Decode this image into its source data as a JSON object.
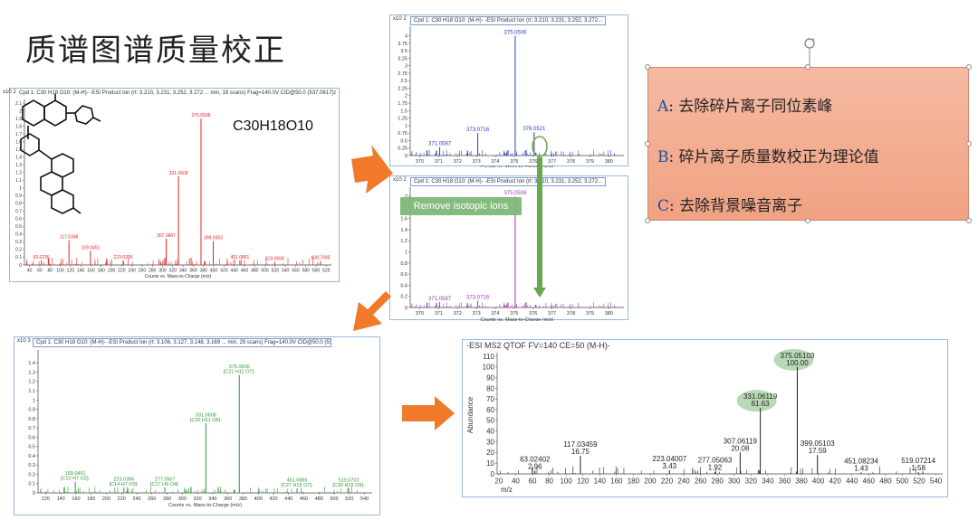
{
  "slide": {
    "title": "质谱图谱质量校正",
    "formula": "C30H18O10",
    "callout": "Remove isotopic ions",
    "textbox": [
      {
        "key": "A",
        "text": ": 去除碎片离子同位素峰"
      },
      {
        "key": "B",
        "text": ": 碎片离子质量数校正为理论值"
      },
      {
        "key": "C",
        "text": ": 去除背景噪音离子"
      }
    ]
  },
  "colors": {
    "red_series": "#e0262a",
    "blue_series": "#2a3fc8",
    "purple_series": "#9b3fb0",
    "green_series": "#2f9a36",
    "black_series": "#222222",
    "arrow": "#f07a2a",
    "highlight_green": "#6aa84f"
  },
  "chart_data": [
    {
      "id": "c1",
      "type": "bar",
      "title": "Cpd 1: C30 H18 O10: (M-H)- -ESI Product Ion (rt: 3.210, 3.231, 3.252, 3.272 ... min, 19 scans) Frag=140.0V CID@50.0 (537.0817[z=1] -> **) N...",
      "exponent": "x10 2",
      "xlabel": "Counts vs. Mass-to-Charge (m/z)",
      "xlim": [
        30,
        630
      ],
      "ylim": [
        0,
        2.1
      ],
      "xticks": [
        "40",
        "60",
        "80",
        "100",
        "120",
        "140",
        "160",
        "180",
        "200",
        "220",
        "240",
        "260",
        "280",
        "300",
        "320",
        "340",
        "360",
        "380",
        "400",
        "420",
        "440",
        "460",
        "480",
        "500",
        "520",
        "540",
        "560",
        "580",
        "600",
        "620"
      ],
      "yticks": [
        "0",
        "0.1",
        "0.2",
        "0.3",
        "0.4",
        "0.5",
        "0.6",
        "0.7",
        "0.8",
        "0.9",
        "1",
        "1.1",
        "1.2",
        "1.3",
        "1.4",
        "1.5",
        "1.6",
        "1.7",
        "1.8",
        "1.9",
        "2",
        "2.1"
      ],
      "color": "#e0262a",
      "peaks": [
        {
          "x": 63.0235,
          "y": 0.06,
          "label": "63.0235"
        },
        {
          "x": 117.0348,
          "y": 0.32,
          "label": "117.0348"
        },
        {
          "x": 159.0451,
          "y": 0.18,
          "label": "159.0451"
        },
        {
          "x": 223.0395,
          "y": 0.06,
          "label": "223.0395"
        },
        {
          "x": 307.0607,
          "y": 0.34,
          "label": "307.0607"
        },
        {
          "x": 331.0608,
          "y": 1.15,
          "label": "331.0608"
        },
        {
          "x": 375.0508,
          "y": 1.9,
          "label": "375.0508"
        },
        {
          "x": 399.0503,
          "y": 0.31,
          "label": "399.0503"
        },
        {
          "x": 451.0851,
          "y": 0.06,
          "label": "451.0851"
        },
        {
          "x": 519.0658,
          "y": 0.04,
          "label": "519.0658"
        },
        {
          "x": 608.7095,
          "y": 0.05,
          "label": "608.7095"
        }
      ]
    },
    {
      "id": "c2",
      "type": "bar",
      "title": "Cpd 1: C30 H18 O10: (M-H)- -ESI Product Ion (rt: 3.210, 3.231, 3.252, 3.272...",
      "exponent": "x10 2",
      "xlabel": "Counts vs. Mass-to-Charge (m/z)",
      "xlim": [
        369.5,
        380.8
      ],
      "ylim": [
        0,
        4.2
      ],
      "xticks": [
        "370",
        "371",
        "372",
        "373",
        "374",
        "375",
        "376",
        "377",
        "378",
        "379",
        "380"
      ],
      "yticks": [
        "0",
        "0.25",
        "0.5",
        "0.75",
        "1",
        "1.25",
        "1.5",
        "1.75",
        "2",
        "2.25",
        "2.5",
        "2.75",
        "3",
        "3.25",
        "3.5",
        "3.75",
        "4"
      ],
      "color": "#2a3fc8",
      "peaks": [
        {
          "x": 371.0587,
          "y": 0.28,
          "label": "371.0587"
        },
        {
          "x": 373.0716,
          "y": 0.75,
          "label": "373.0716"
        },
        {
          "x": 375.0506,
          "y": 4.0,
          "label": "375.0506"
        },
        {
          "x": 376.0521,
          "y": 0.78,
          "label": "376.0521"
        }
      ]
    },
    {
      "id": "c3",
      "type": "bar",
      "title": "Cpd 1: C30 H18 O10: (M-H)- -ESI Product Ion (rt: 3.210, 3.231, 3.252, 3.272...",
      "exponent": "x10 2",
      "xlabel": "Counts vs. Mass-to-Charge (m/z)",
      "xlim": [
        369.5,
        380.8
      ],
      "ylim": [
        0,
        2.1
      ],
      "xticks": [
        "370",
        "371",
        "372",
        "373",
        "374",
        "375",
        "376",
        "377",
        "378",
        "379",
        "380"
      ],
      "yticks": [
        "0",
        "0.2",
        "0.4",
        "0.6",
        "0.8",
        "1",
        "1.2",
        "1.4",
        "1.6",
        "1.8",
        "2"
      ],
      "color": "#9b3fb0",
      "peaks": [
        {
          "x": 371.0587,
          "y": 0.1,
          "label": "371.0587"
        },
        {
          "x": 373.0716,
          "y": 0.12,
          "label": "373.0716"
        },
        {
          "x": 375.0506,
          "y": 2.0,
          "label": "375.0506"
        }
      ]
    },
    {
      "id": "c4",
      "type": "bar",
      "title": "Cpd 1: C30 H18 O10: (M-H)- -ESI Product Ion (rt: 3.106, 3.127, 3.148, 3.169 ... min, 29 scans) Frag=140.0V CID@50.0 (537.0817[z...",
      "exponent": "x10 3",
      "xlabel": "Counts vs. Mass-to-Charge (m/z)",
      "xlim": [
        110,
        550
      ],
      "ylim": [
        0,
        1.5
      ],
      "xticks": [
        "120",
        "140",
        "160",
        "180",
        "200",
        "220",
        "240",
        "260",
        "280",
        "300",
        "320",
        "340",
        "360",
        "380",
        "400",
        "420",
        "440",
        "460",
        "480",
        "500",
        "520",
        "540"
      ],
      "yticks": [
        "0",
        "0.1",
        "0.2",
        "0.3",
        "0.4",
        "0.5",
        "0.6",
        "0.7",
        "0.8",
        "0.9",
        "1",
        "1.1",
        "1.2",
        "1.3",
        "1.4"
      ],
      "color": "#2f9a36",
      "peaks": [
        {
          "x": 159.0451,
          "y": 0.12,
          "label": "159.0451",
          "label2": "[C10 H7 O2]-"
        },
        {
          "x": 223.0396,
          "y": 0.06,
          "label": "223.0396",
          "label2": "[C14 H7 O3]-"
        },
        {
          "x": 277.0507,
          "y": 0.06,
          "label": "277.0507",
          "label2": "[C17 H9 O4]-"
        },
        {
          "x": 331.0608,
          "y": 0.75,
          "label": "331.0608",
          "label2": "[C20 H11 O6]-"
        },
        {
          "x": 375.0506,
          "y": 1.27,
          "label": "375.0506",
          "label2": "[C21 H11 O7]-"
        },
        {
          "x": 451.0865,
          "y": 0.05,
          "label": "451.0865",
          "label2": "[C27 H15 O7]-"
        },
        {
          "x": 519.0703,
          "y": 0.05,
          "label": "519.0703",
          "label2": "[C30 H15 O9]-"
        }
      ]
    },
    {
      "id": "c5",
      "type": "bar",
      "title": "-ESI MS2 QTOF FV=140  CE=50 (M-H)-",
      "xlabel": "m/z",
      "ylabel": "Abundance",
      "xlim": [
        18,
        548
      ],
      "ylim": [
        0,
        110
      ],
      "xticks": [
        "20",
        "40",
        "60",
        "80",
        "100",
        "120",
        "140",
        "160",
        "180",
        "200",
        "220",
        "240",
        "260",
        "280",
        "300",
        "320",
        "340",
        "360",
        "380",
        "400",
        "420",
        "440",
        "460",
        "480",
        "500",
        "520",
        "540"
      ],
      "yticks": [
        "0",
        "10",
        "20",
        "30",
        "40",
        "50",
        "60",
        "70",
        "80",
        "90",
        "100",
        "110"
      ],
      "color": "#222222",
      "peaks": [
        {
          "x": 63.02402,
          "y": 2.96,
          "label": "63.02402",
          "label2": "2.96"
        },
        {
          "x": 117.03459,
          "y": 16.75,
          "label": "117.03459",
          "label2": "16.75"
        },
        {
          "x": 223.04007,
          "y": 3.43,
          "label": "223.04007",
          "label2": "3.43"
        },
        {
          "x": 277.05063,
          "y": 1.92,
          "label": "277.05063",
          "label2": "1.92"
        },
        {
          "x": 307.06119,
          "y": 20.08,
          "label": "307.06119",
          "label2": "20.08"
        },
        {
          "x": 331.06119,
          "y": 61.63,
          "label": "331.06119",
          "label2": "61.63"
        },
        {
          "x": 375.05103,
          "y": 100.0,
          "label": "375.05103",
          "label2": "100.00"
        },
        {
          "x": 399.05103,
          "y": 17.59,
          "label": "399.05103",
          "label2": "17.59"
        },
        {
          "x": 451.08234,
          "y": 1.43,
          "label": "451.08234",
          "label2": "1.43"
        },
        {
          "x": 519.07214,
          "y": 1.58,
          "label": "519.07214",
          "label2": "1.58"
        }
      ]
    }
  ]
}
